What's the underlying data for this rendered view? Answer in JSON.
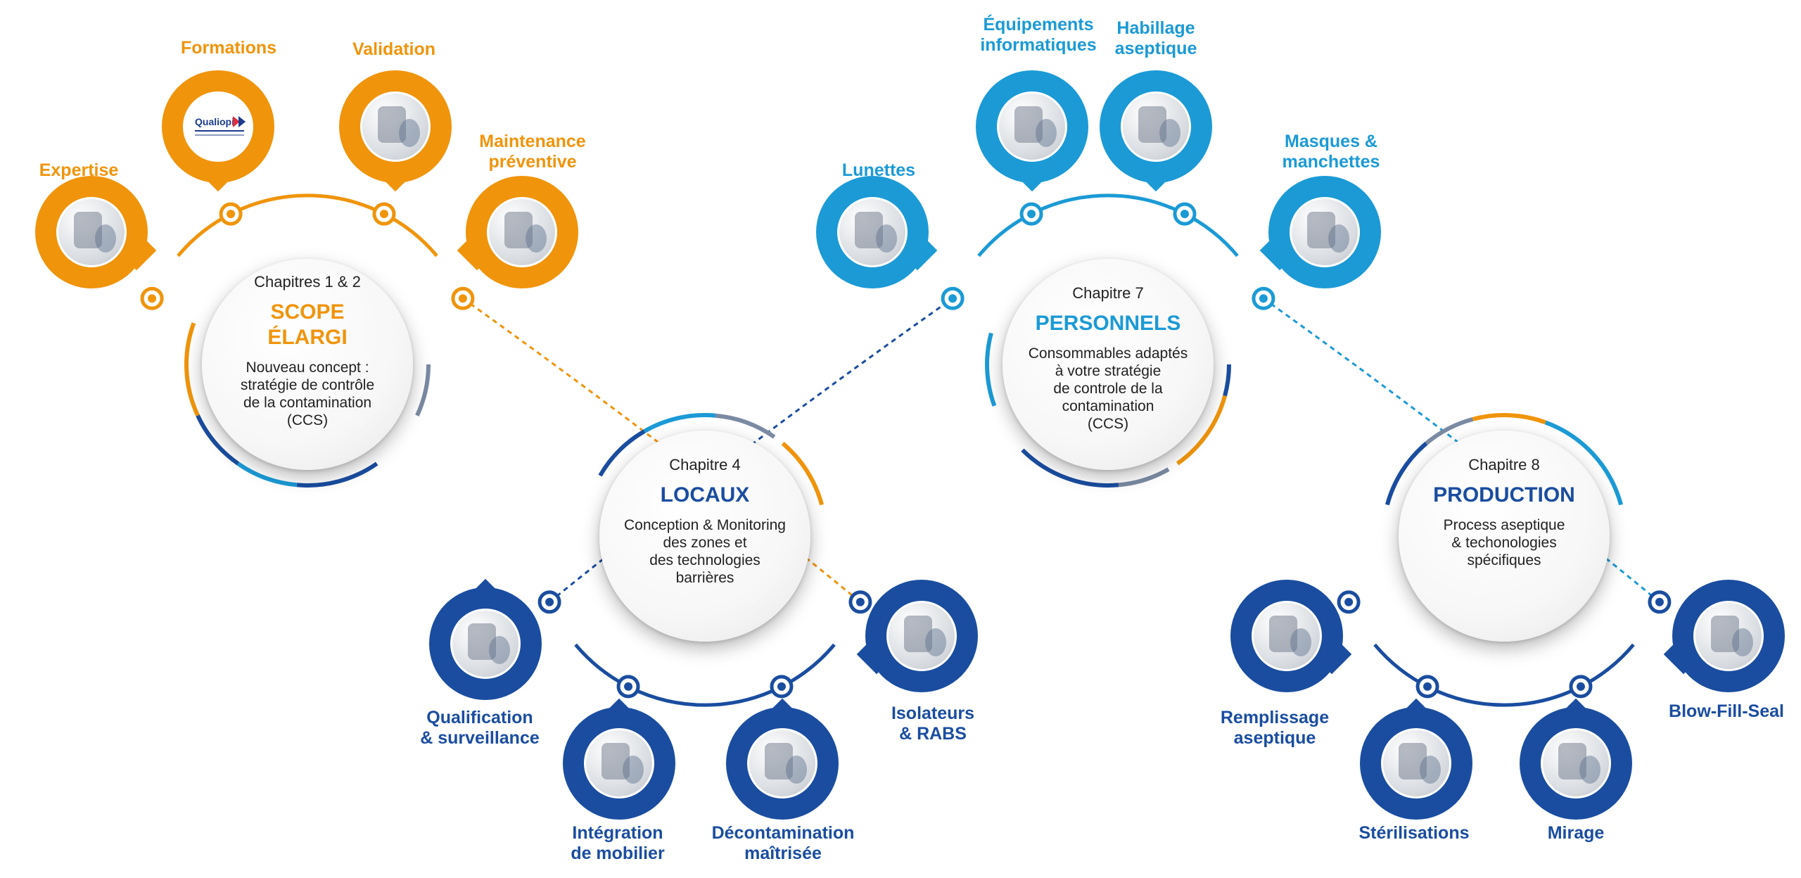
{
  "colors": {
    "orange": "#f0940c",
    "light_blue": "#1b9ad6",
    "dark_blue": "#1a4da0",
    "steel": "#7a8aa2"
  },
  "hubs": [
    {
      "chapter": "Chapitres 1 & 2",
      "title_lines": [
        "SCOPE",
        "ÉLARGI"
      ],
      "description": [
        "Nouveau concept :",
        "stratégie de contrôle",
        "de la contamination",
        "(CCS)"
      ],
      "title_color": "#f0940c"
    },
    {
      "chapter": "Chapitre 4",
      "title_lines": [
        "LOCAUX"
      ],
      "description": [
        "Conception & Monitoring",
        "des zones et",
        "des technologies",
        "barrières"
      ],
      "title_color": "#1a4da0"
    },
    {
      "chapter": "Chapitre 7",
      "title_lines": [
        "PERSONNELS"
      ],
      "description": [
        "Consommables adaptés",
        "à votre stratégie",
        "de controle de la",
        "contamination",
        "(CCS)"
      ],
      "title_color": "#1b9ad6"
    },
    {
      "chapter": "Chapitre 8",
      "title_lines": [
        "PRODUCTION"
      ],
      "description": [
        "Process aseptique",
        "& techonologies",
        "spécifiques"
      ],
      "title_color": "#1a4da0"
    }
  ],
  "topics": [
    {
      "lines": [
        "Expertise"
      ],
      "icon": "brain-photo-icon"
    },
    {
      "lines": [
        "Formations"
      ],
      "icon": "qualiopi-logo-icon",
      "logo_text": "Qualiopi"
    },
    {
      "lines": [
        "Validation"
      ],
      "icon": "lab-technician-photo-icon"
    },
    {
      "lines": [
        "Maintenance",
        "préventive"
      ],
      "icon": "maintenance-photo-icon"
    },
    {
      "lines": [
        "Qualification",
        "& surveillance"
      ],
      "icon": "cleanroom-sampling-photo-icon"
    },
    {
      "lines": [
        "Intégration",
        "de mobilier"
      ],
      "icon": "furniture-photo-icon"
    },
    {
      "lines": [
        "Décontamination",
        "maîtrisée"
      ],
      "icon": "wipe-photo-icon"
    },
    {
      "lines": [
        "Isolateurs",
        "& RABS"
      ],
      "icon": "isolator-photo-icon"
    },
    {
      "lines": [
        "Lunettes"
      ],
      "icon": "goggles-photo-icon"
    },
    {
      "lines": [
        "Équipements",
        "informatiques"
      ],
      "icon": "keyboard-photo-icon"
    },
    {
      "lines": [
        "Habillage",
        "aseptique"
      ],
      "icon": "cleanroom-suit-photo-icon"
    },
    {
      "lines": [
        "Masques &",
        "manchettes"
      ],
      "icon": "mask-photo-icon"
    },
    {
      "lines": [
        "Remplissage",
        "aseptique"
      ],
      "icon": "filling-line-photo-icon"
    },
    {
      "lines": [
        "Stérilisations"
      ],
      "icon": "autoclave-photo-icon"
    },
    {
      "lines": [
        "Mirage"
      ],
      "icon": "inspection-booth-photo-icon"
    },
    {
      "lines": [
        "Blow-Fill-Seal"
      ],
      "icon": "bfs-machine-photo-icon"
    }
  ]
}
